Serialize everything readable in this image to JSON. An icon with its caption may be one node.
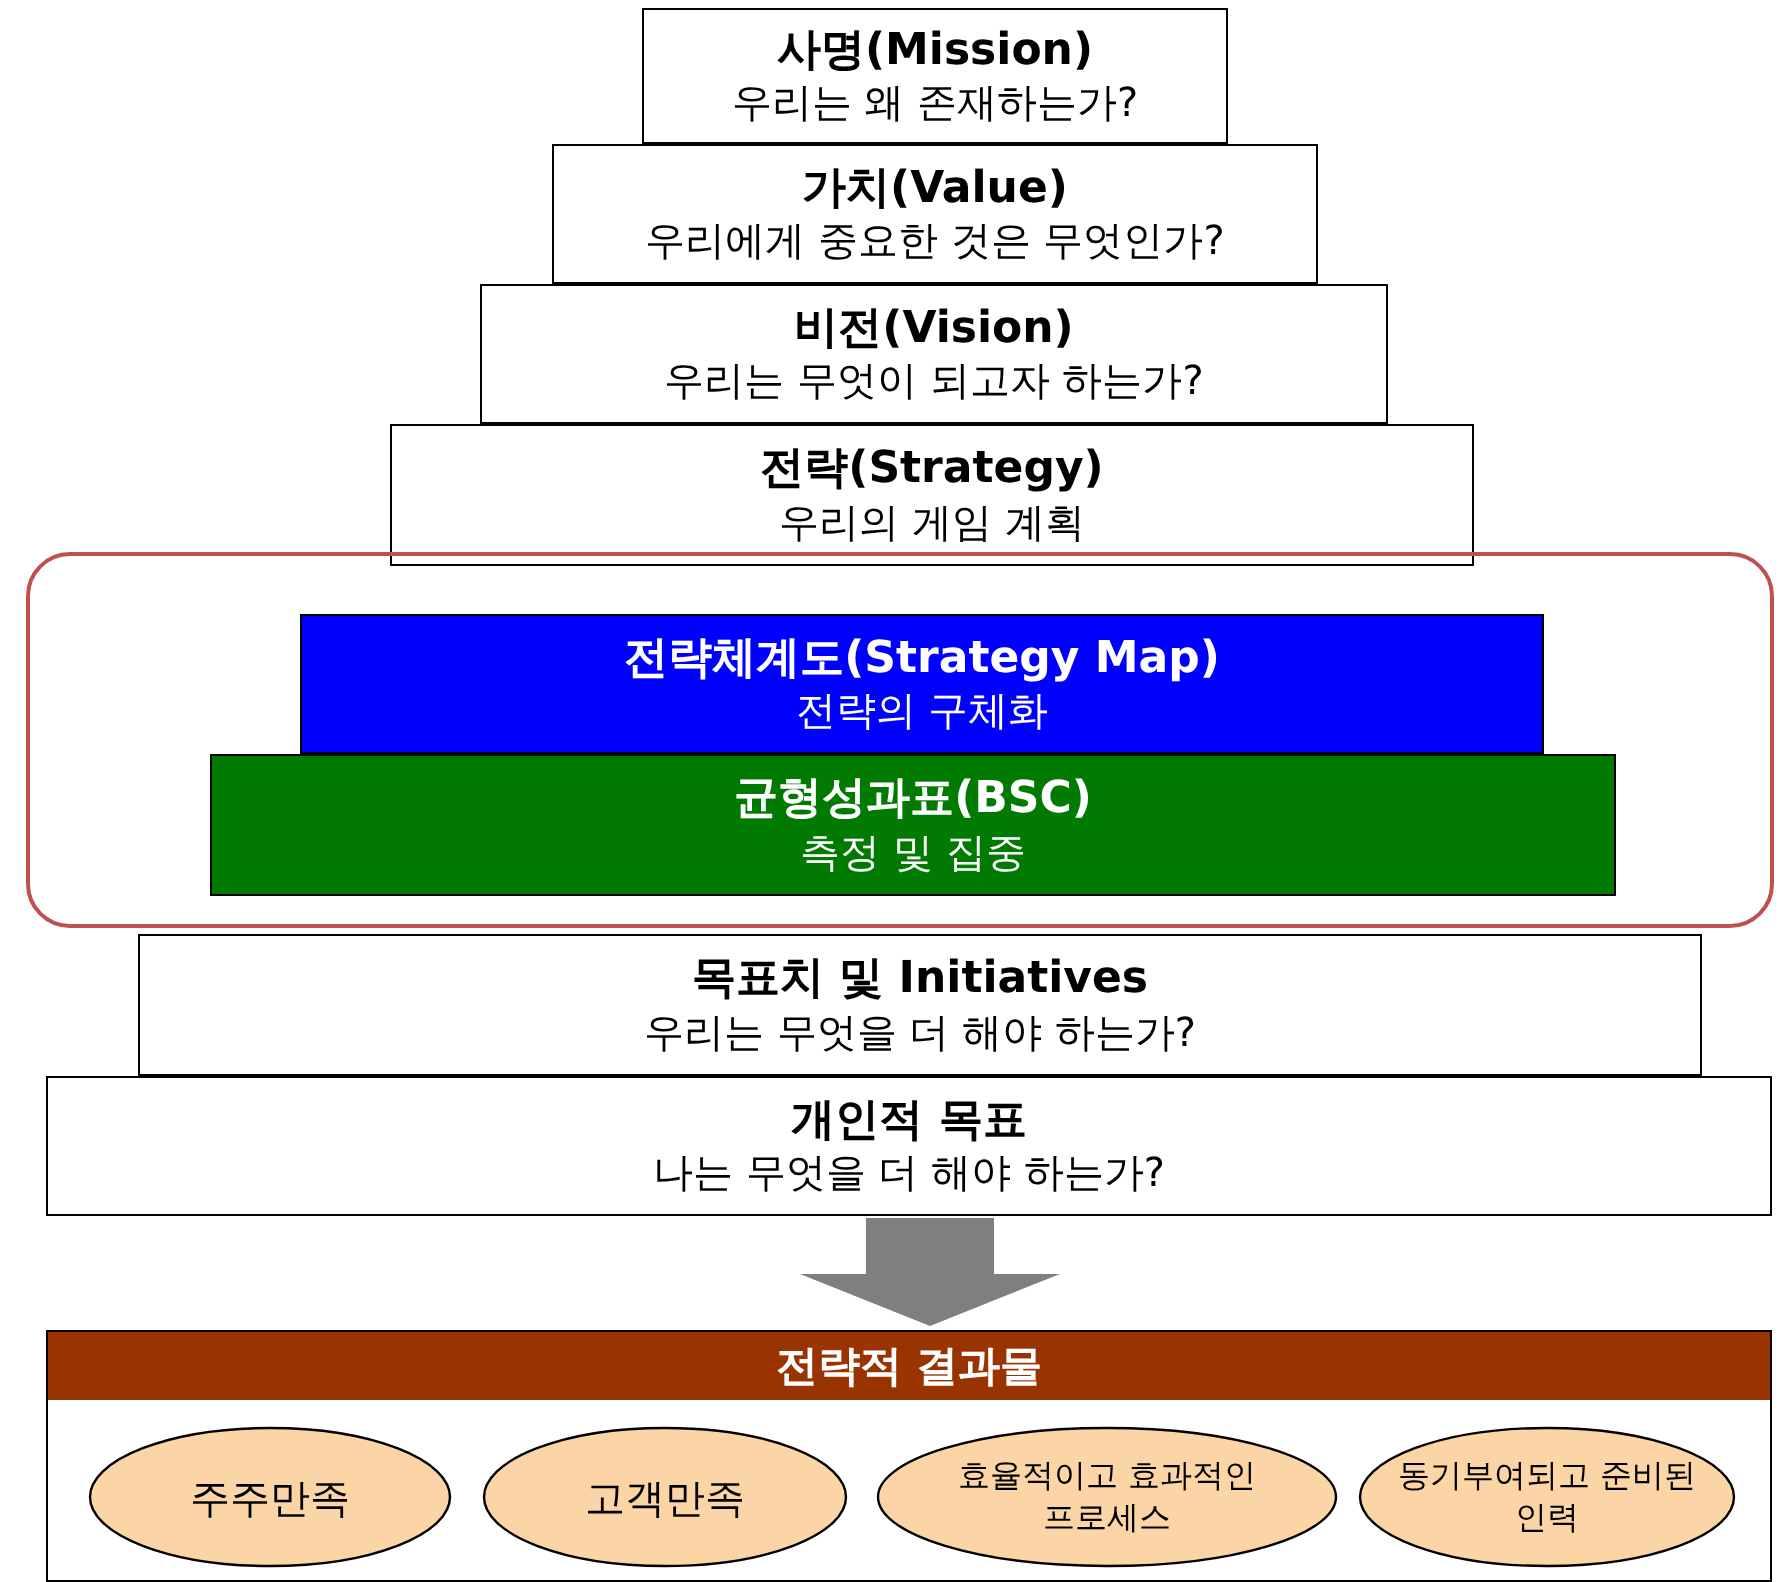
{
  "diagram": {
    "nodes": [
      {
        "text": [
          "사명(Mission)",
          "우리는 왜 존재하는가?"
        ]
      },
      {
        "text": [
          "가치(Value)",
          "우리에게 중요한 것은 무엇인가?"
        ]
      },
      {
        "text": [
          "비전(Vision)",
          "우리는 무엇이 되고자 하는가?"
        ]
      },
      {
        "text": [
          "전략(Strategy)",
          "우리의 게임 계획"
        ]
      },
      {
        "text": [],
        "shape": "box"
      },
      {
        "text": [
          "전략체계도(Strategy Map)",
          "전략의 구체화"
        ],
        "in": 4
      },
      {
        "text": [
          "균형성과표(BSC)",
          "측정 및 집중"
        ],
        "in": 4
      },
      {
        "text": [
          "목표치 및 Initiatives",
          "우리는 무엇을 더 해야 하는가?"
        ]
      },
      {
        "text": [
          "개인적 목표",
          "나는 무엇을 더 해야 하는가?"
        ]
      },
      {
        "text": [
          "전략적 결과물"
        ]
      },
      {
        "text": [
          "주주만족"
        ],
        "in": 9
      },
      {
        "text": [
          "고객만족"
        ],
        "in": 9
      },
      {
        "text": [
          "효율적이고 효과적인 프로세스"
        ],
        "in": 9
      },
      {
        "text": [
          "동기부여되고 준비된 인력"
        ],
        "in": 9
      }
    ],
    "edges": [
      {
        "from": 8,
        "to": 9,
        "arrow": "to",
        "style": "thick",
        "color": "#7f7f7f"
      }
    ]
  }
}
